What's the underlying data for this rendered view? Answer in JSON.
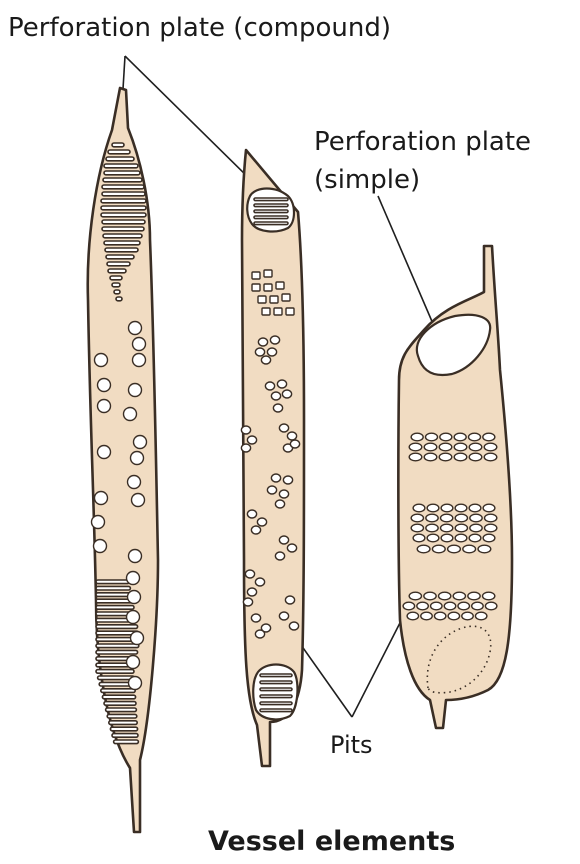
{
  "labels": {
    "compound": "Perforation plate (compound)",
    "simple_line1": "Perforation plate",
    "simple_line2": "(simple)",
    "pits": "Pits",
    "caption": "Vessel elements"
  },
  "colors": {
    "cell_fill": "#f1dcc2",
    "outline": "#3a2e25",
    "background": "#ffffff"
  }
}
